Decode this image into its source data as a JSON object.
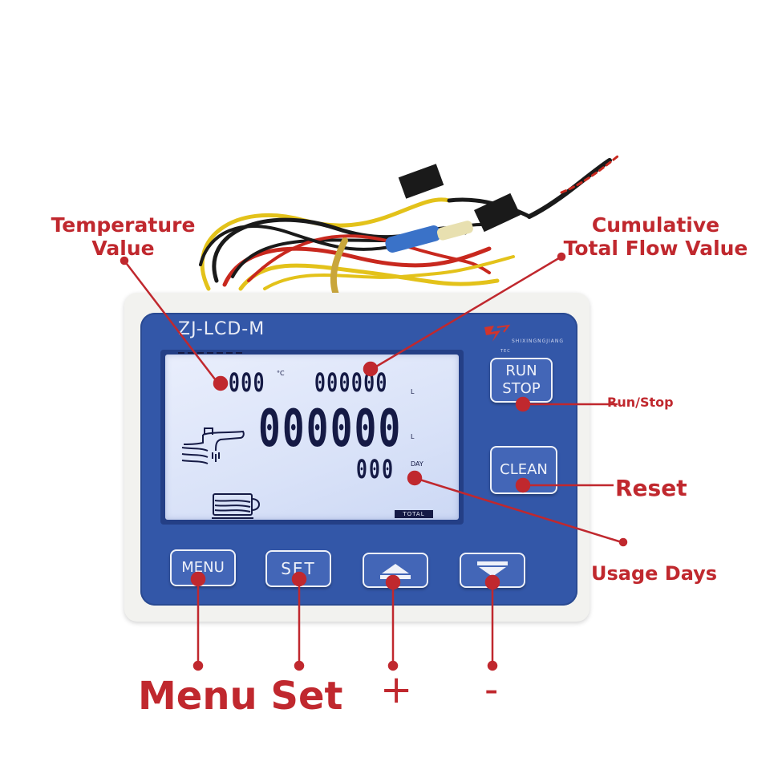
{
  "device": {
    "model": "ZJ-LCD-M",
    "brand_text": "SHIXINGNGJIANG",
    "brand_sub": "TEC"
  },
  "lcd": {
    "temperature_value": "000",
    "temperature_unit": "°C",
    "cumulative_value": "000000",
    "cumulative_unit": "L",
    "main_value": "000000",
    "main_unit": "L",
    "days_value": "000",
    "days_unit": "DAY",
    "total_label": "TOTAL"
  },
  "buttons": {
    "run_line1": "RUN",
    "run_line2": "STOP",
    "clean": "CLEAN",
    "menu": "MENU",
    "set": "SET"
  },
  "annotations": {
    "temperature_line1": "Temperature",
    "temperature_line2": "Value",
    "cumulative_line1": "Cumulative",
    "cumulative_line2": "Total Flow Value",
    "run_stop": "Run/Stop",
    "reset": "Reset",
    "usage_days": "Usage Days",
    "menu_set": "Menu Set",
    "plus": "+",
    "minus": "-"
  },
  "colors": {
    "panel": "#3357a8",
    "annotation": "#c0282e",
    "lcd": "#dde5f8"
  }
}
